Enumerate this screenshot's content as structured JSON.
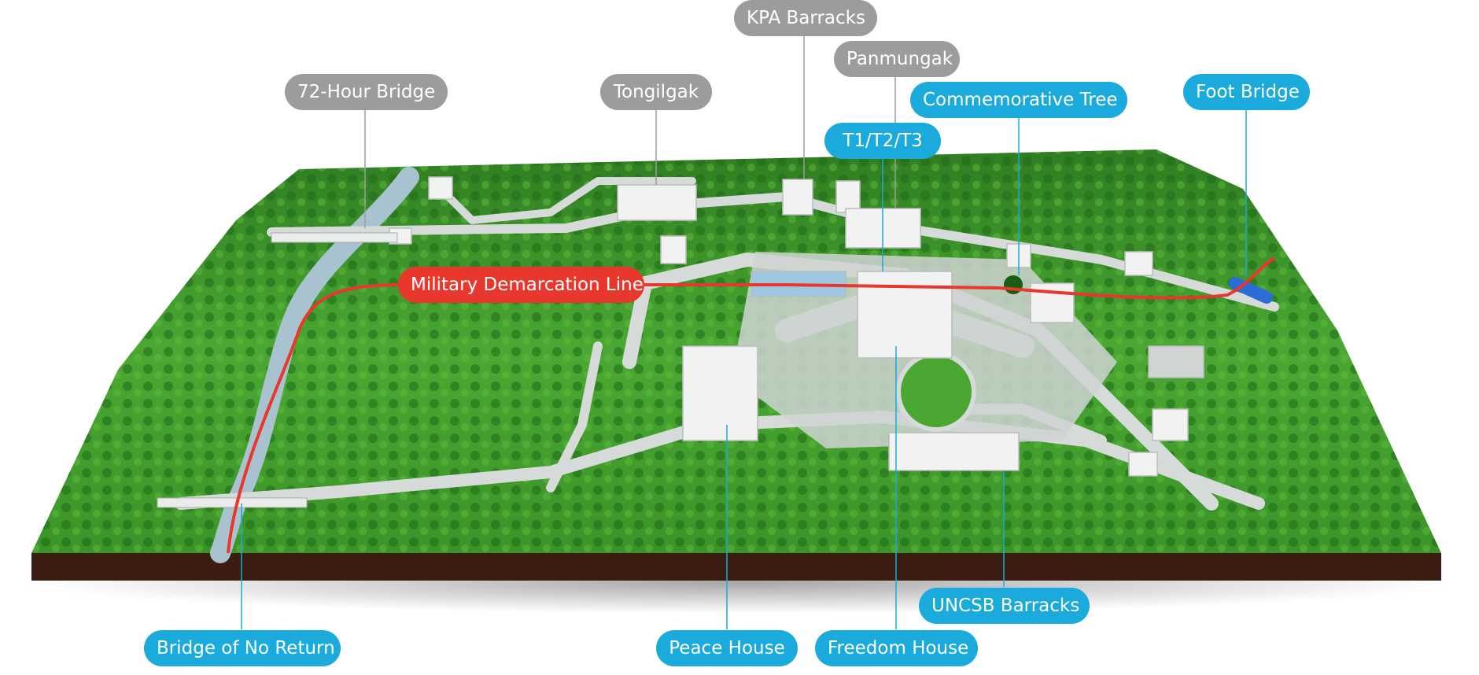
{
  "colors": {
    "nk_label": "#9c9c9c",
    "un_label": "#1aaadc",
    "mdl": "#e8382e",
    "terrain": "#3f9a2a",
    "road": "#d7dbd9",
    "river": "#a8c0cc",
    "building": "#f2f2f2"
  },
  "map": {
    "labels": {
      "hour72_bridge": "72-Hour Bridge",
      "tongilgak": "Tongilgak",
      "kpa_barracks": "KPA Barracks",
      "panmungak": "Panmungak",
      "t1t2t3": "T1/T2/T3",
      "commemorative_tree": "Commemorative Tree",
      "foot_bridge": "Foot Bridge",
      "mdl": "Military Demarcation Line",
      "bridge_no_return": "Bridge of No Return",
      "peace_house": "Peace House",
      "freedom_house": "Freedom House",
      "uncsb_barracks": "UNCSB Barracks"
    }
  }
}
